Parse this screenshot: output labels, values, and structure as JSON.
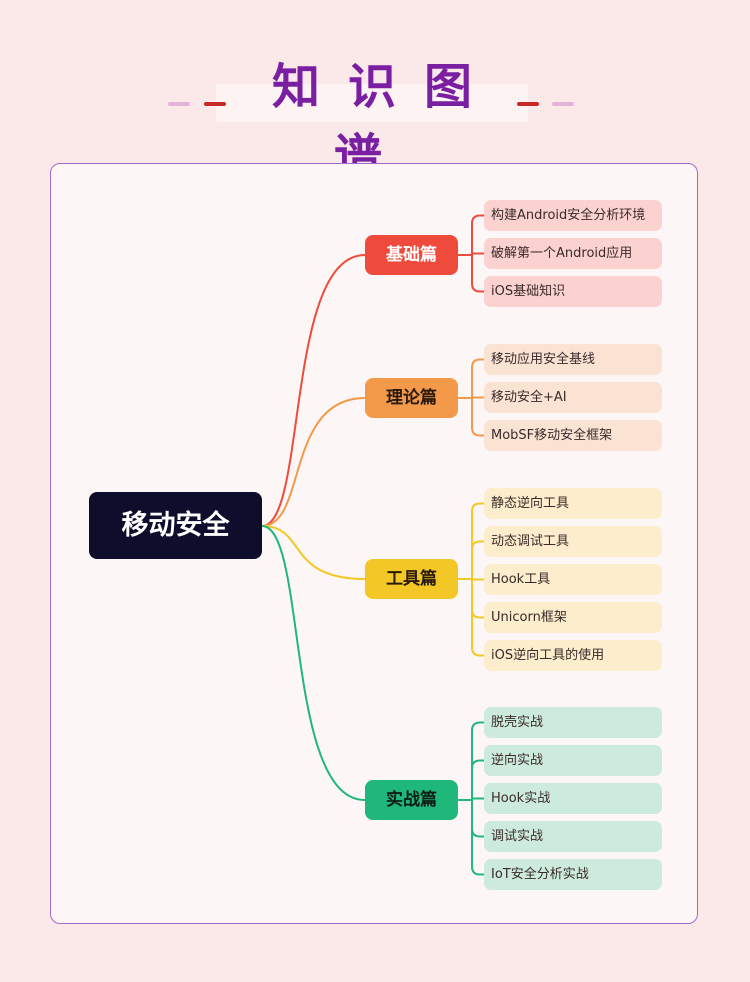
{
  "header": {
    "title": "知识图谱"
  },
  "mindmap": {
    "root": "移动安全",
    "branches": [
      {
        "label": "基础篇",
        "color": "#ef4b3d",
        "text_color": "#ffffff",
        "leaf_bg": "#fbd2d0",
        "leaves": [
          "构建Android安全分析环境",
          "破解第一个Android应用",
          "iOS基础知识"
        ]
      },
      {
        "label": "理论篇",
        "color": "#f29a4a",
        "text_color": "#2a1a0a",
        "leaf_bg": "#fbe3d4",
        "leaves": [
          "移动应用安全基线",
          "移动安全+AI",
          "MobSF移动安全框架"
        ]
      },
      {
        "label": "工具篇",
        "color": "#f3c826",
        "text_color": "#2a1a0a",
        "leaf_bg": "#fcedcc",
        "leaves": [
          "静态逆向工具",
          "动态调试工具",
          "Hook工具",
          "Unicorn框架",
          "iOS逆向工具的使用"
        ]
      },
      {
        "label": "实战篇",
        "color": "#1fb77a",
        "text_color": "#0e1e16",
        "leaf_bg": "#cdebdc",
        "leaves": [
          "脱壳实战",
          "逆向实战",
          "Hook实战",
          "调试实战",
          "IoT安全分析实战"
        ]
      }
    ]
  }
}
